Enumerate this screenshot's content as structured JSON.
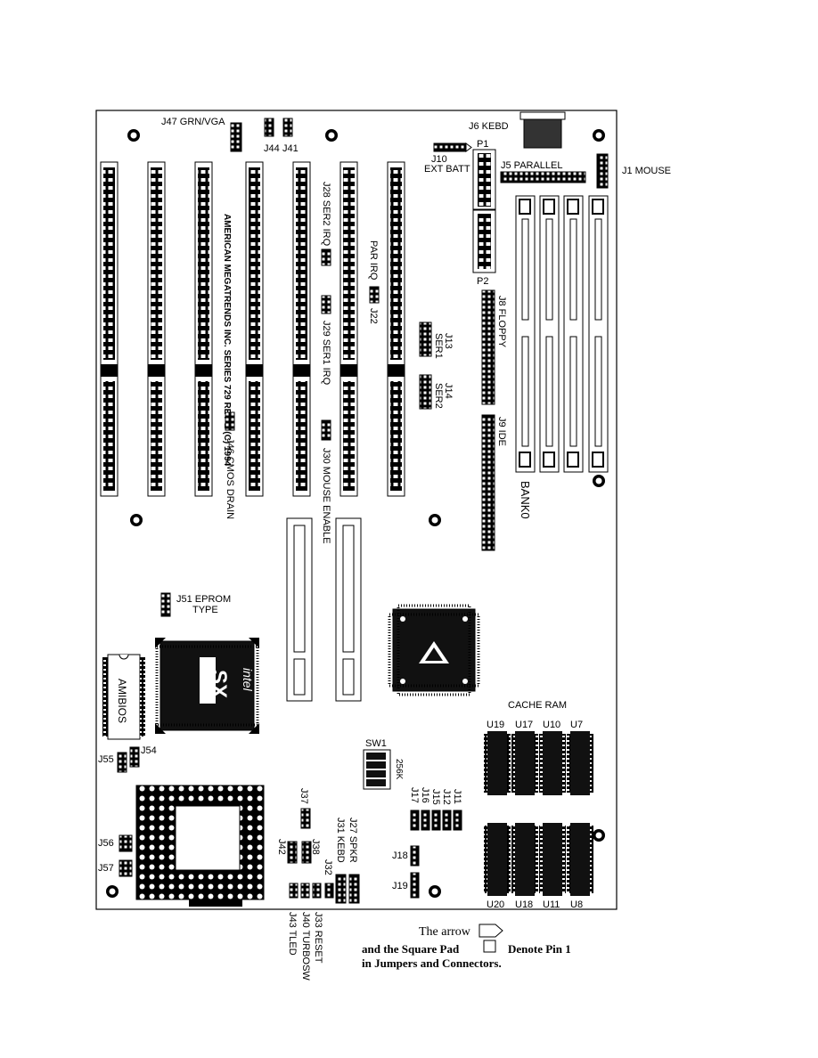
{
  "labels": {
    "j47": "J47  GRN/VGA",
    "j44": "J44",
    "j41": "J41",
    "j6": "J6  KEBD",
    "p1": "P1",
    "p2": "P2",
    "j10": "J10",
    "ext_batt": "EXT BATT",
    "j5": "J5 PARALLEL",
    "j1": "J1  MOUSE",
    "j28": "J28 SER2 IRQ",
    "par_irq": "PAR IRQ",
    "j22": "J22",
    "j29": "J29 SER1 IRQ",
    "j8": "J8 FLOPPY",
    "j13": "J13",
    "ser1": "SER1",
    "j14": "J14",
    "ser2": "SER2",
    "j9": "J9 IDE",
    "j46": "J46 CMOS DRAIN",
    "j30": "J30 MOUSE ENABLE",
    "bank0": "BANK0",
    "j51": "J51 EPROM",
    "j51_type": "TYPE",
    "ambios": "AMIBIOS",
    "cache_ram": "CACHE RAM",
    "u19": "U19",
    "u17": "U17",
    "u10": "U10",
    "u7": "U7",
    "u20": "U20",
    "u18": "U18",
    "u11": "U11",
    "u8": "U8",
    "sw1": "SW1",
    "k256": "256K",
    "j55": "J55",
    "j54": "J54",
    "j56": "J56",
    "j57": "J57",
    "j37": "J37",
    "j38": "J38",
    "j42": "J42",
    "j27": "J27 SPKR",
    "j31": "J31 KEBD",
    "j32": "J32",
    "j33": "J33 RESET",
    "j40": "J40 TURBOSW",
    "j43": "J43 TLED",
    "j11": "J11",
    "j12": "J12",
    "j15": "J15",
    "j16": "J16",
    "j17": "J17",
    "j18": "J18",
    "j19": "J19",
    "board_text": "AMERICAN MEGATRENDS INC. SERIES 729 REV-E (C) 1994"
  },
  "notes": {
    "line1": "The arrow",
    "line2_a": "and the Square Pad",
    "line2_b": "Denote Pin 1",
    "line3": "in Jumpers and Connectors."
  },
  "colors": {
    "ink": "#000000",
    "paper": "#ffffff",
    "grey": "#888888"
  }
}
